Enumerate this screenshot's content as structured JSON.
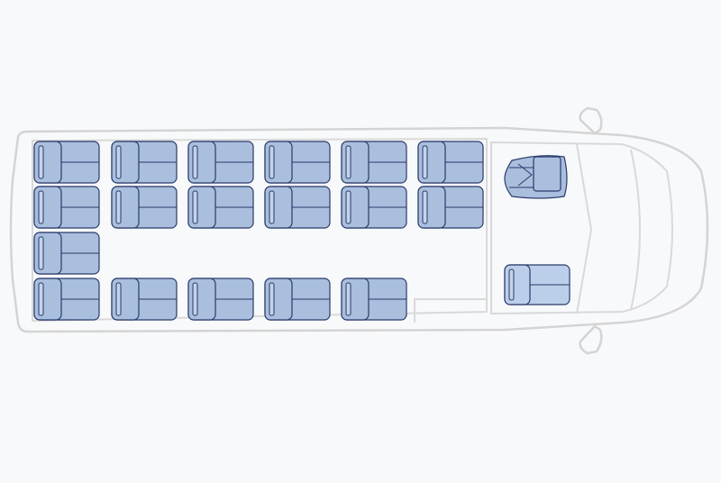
{
  "diagram": {
    "vehicle": "minibus",
    "view": "top",
    "colors": {
      "background": "#f8f9fb",
      "body_outline": "#d4d4d4",
      "seat_fill": "#a9bfdd",
      "seat_outline": "#2a3a6b"
    },
    "passenger_rows": [
      {
        "row": 1,
        "pairs": 6
      },
      {
        "row": 2,
        "pairs": 6
      },
      {
        "row": 3,
        "pairs": 1
      },
      {
        "row": 4,
        "pairs": 5
      }
    ],
    "front_seats": [
      "driver-seat",
      "front-passenger-seat"
    ]
  }
}
